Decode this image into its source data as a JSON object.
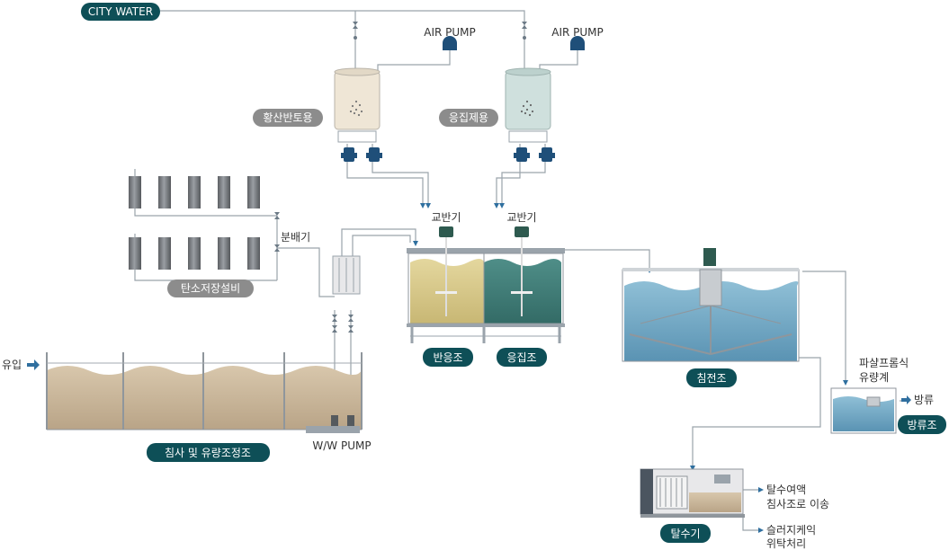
{
  "colors": {
    "pill_dark": "#0e4f57",
    "pill_gray": "#8c8c8c",
    "pipe": "#8f9aa3",
    "arrow_blue": "#2f6f9f",
    "sand": "#c9b69a",
    "water_blue": "#6fa6c2",
    "reactor_yellow": "#d9c98a",
    "coag_teal": "#3f7f7a",
    "tank_cream": "#efe6d6",
    "tank_mint": "#cfe0dd",
    "pump_navy": "#1f4f79"
  },
  "labels": {
    "city_water": "CITY WATER",
    "air_pump_1": "AIR PUMP",
    "air_pump_2": "AIR PUMP",
    "sulfuric_acid": "황산반토용",
    "coagulant": "응집제용",
    "mixer_1": "교반기",
    "mixer_2": "교반기",
    "distributor": "분배기",
    "carbon_storage": "탄소저장설비",
    "inflow": "유입",
    "ww_pump": "W/W PUMP",
    "sed_equalization": "침사 및  유량조정조",
    "reaction_tank": "반응조",
    "coag_tank": "응집조",
    "settling_tank": "침전조",
    "parshall_1": "파샬프롬식",
    "parshall_2": "유량계",
    "discharge": "방류",
    "discharge_tank": "방류조",
    "filtrate_1": "탈수여액",
    "filtrate_2": "침사조로 이송",
    "sludge_1": "슬러지케익",
    "sludge_2": "위탁처리",
    "dehydrator": "탈수기"
  }
}
